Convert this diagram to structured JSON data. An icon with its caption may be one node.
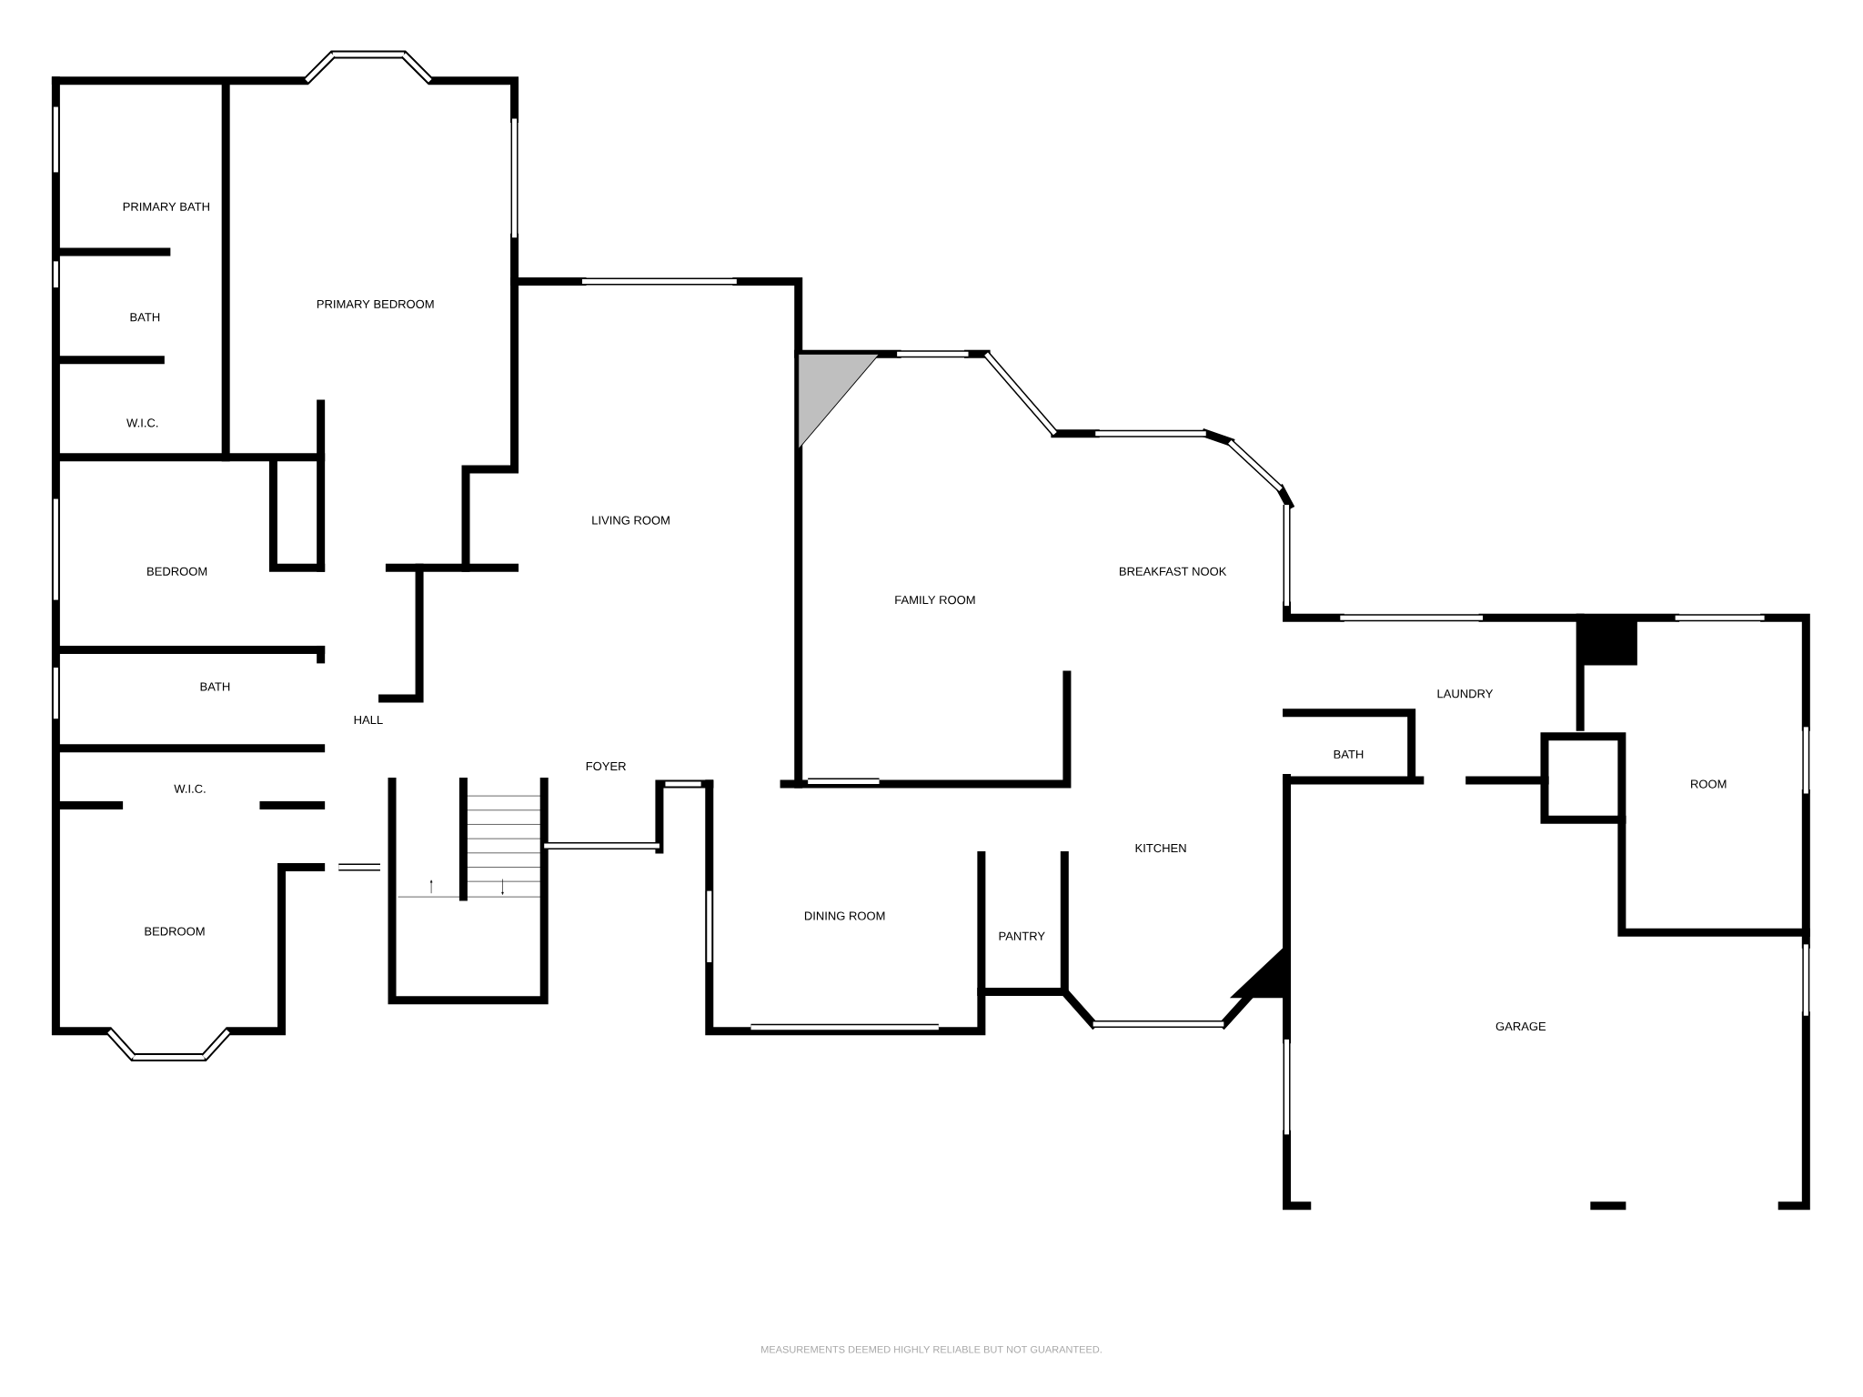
{
  "diagram": {
    "labels": [
      "PRIMARY BATH",
      "PRIMARY BEDROOM",
      "BATH",
      "W.I.C.",
      "LIVING ROOM",
      "BEDROOM",
      "BREAKFAST NOOK",
      "FAMILY ROOM",
      "BATH",
      "LAUNDRY",
      "HALL",
      "BATH",
      "FOYER",
      "ROOM",
      "W.I.C.",
      "KITCHEN",
      "DINING ROOM",
      "BEDROOM",
      "PANTRY",
      "GARAGE",
      "MEASUREMENTS DEEMED HIGHLY RELIABLE BUT NOT GUARANTEED."
    ]
  }
}
